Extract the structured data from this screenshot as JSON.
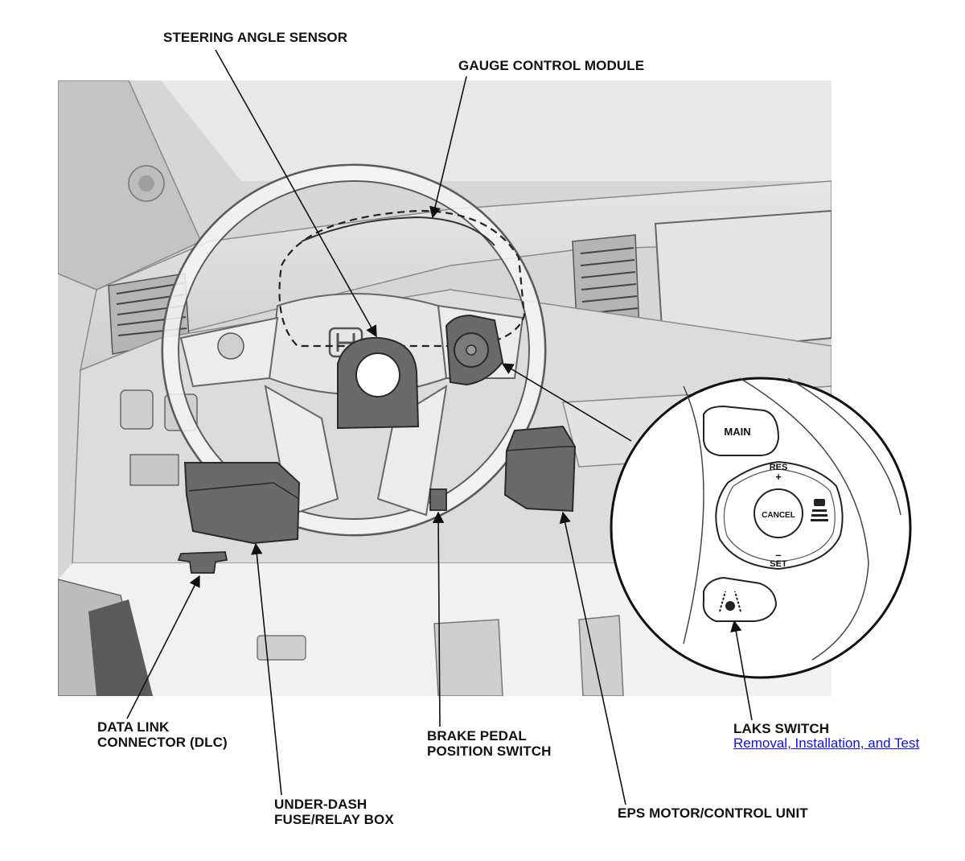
{
  "labels": {
    "steering_angle_sensor": "STEERING ANGLE SENSOR",
    "gauge_control_module": "GAUGE CONTROL MODULE",
    "data_link_connector": [
      "DATA LINK",
      "CONNECTOR (DLC)"
    ],
    "under_dash_fuse_box": [
      "UNDER-DASH",
      "FUSE/RELAY BOX"
    ],
    "brake_pedal_switch": [
      "BRAKE PEDAL",
      "POSITION SWITCH"
    ],
    "eps_motor": "EPS MOTOR/CONTROL UNIT",
    "laks_switch": "LAKS SWITCH"
  },
  "link": {
    "text": "Removal, Installation, and Test"
  },
  "switch_buttons": {
    "main": "MAIN",
    "res": "RES",
    "plus": "+",
    "cancel": "CANCEL",
    "minus": "–",
    "set": "SET"
  },
  "colors": {
    "component": "#6a6a6a",
    "interior": "#d8d8d8",
    "outline": "#333333",
    "link": "#1010dd"
  }
}
